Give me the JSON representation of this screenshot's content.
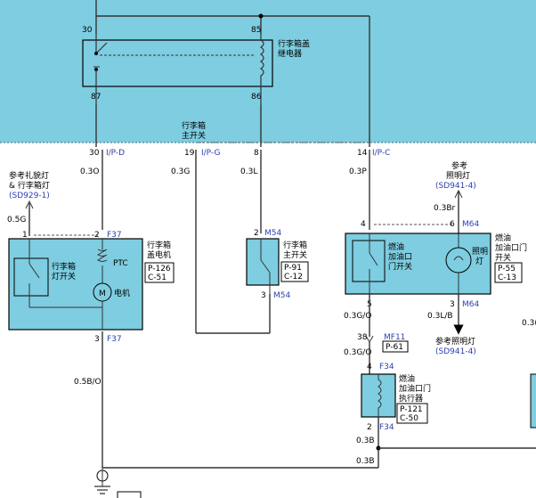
{
  "colors": {
    "panel": "#7ecde0",
    "panel_stroke": "#000000",
    "blue": "#2b3fb0",
    "wire": "#333333",
    "dash": "#555555"
  },
  "relay": {
    "pins": {
      "p30": "30",
      "p85": "85",
      "p87": "87",
      "p86": "86"
    },
    "label1": "行李箱盖",
    "label2": "继电器"
  },
  "main_switch": {
    "label1": "行李箱",
    "label2": "主开关"
  },
  "top_pins": {
    "a_num": "30",
    "a_conn": "I/P-D",
    "b_num": "19",
    "b_conn": "I/P-G",
    "c_num": "8",
    "d_num": "14",
    "d_conn": "I/P-C"
  },
  "wires": {
    "w03O": "0.3O",
    "w03G": "0.3G",
    "w03L": "0.3L",
    "w03P": "0.3P",
    "w05G": "0.5G",
    "w05BO": "0.5B/O",
    "w03Br": "0.3Br",
    "w03GO_1": "0.3G/O",
    "w03GO_2": "0.3G/O",
    "w03LB": "0.3L/B",
    "w03B_1": "0.3B",
    "w03B_2": "0.3B",
    "w03_edge": "0.3("
  },
  "left_ref": {
    "line1": "参考礼貌灯",
    "line2": "& 行李箱灯",
    "code": "(SD929-1)"
  },
  "right_ref_top": {
    "line1": "参考",
    "line2": "照明灯",
    "code": "(SD941-4)"
  },
  "right_ref_bottom": {
    "line1": "参考照明灯",
    "code": "(SD941-4)"
  },
  "motor": {
    "pin1": "1",
    "pin2": "2",
    "pin3": "3",
    "conn_top": "F37",
    "conn_bot": "F37",
    "switch_label1": "行李箱",
    "switch_label2": "灯开关",
    "ptc": "PTC",
    "m": "M",
    "motor_text": "电机",
    "title1": "行李箱",
    "title2": "盖电机",
    "code1": "P-126",
    "code2": "C-51"
  },
  "m54": {
    "pin2": "2",
    "pin3": "3",
    "conn": "M54",
    "conn_bot": "M54",
    "title1": "行李箱",
    "title2": "主开关",
    "code1": "P-91",
    "code2": "C-12"
  },
  "fuel_switch": {
    "pin4": "4",
    "pin6": "6",
    "pin5": "5",
    "pin3": "3",
    "conn_top": "M64",
    "conn_bot": "M64",
    "inner1": "燃油",
    "inner2": "加油口",
    "inner3": "门开关",
    "lamp1": "照明",
    "lamp2": "灯",
    "title1": "燃油",
    "title2": "加油口门",
    "title3": "开关",
    "code1": "P-55",
    "code2": "C-13"
  },
  "mf11": {
    "pin": "38",
    "conn": "MF11",
    "code": "P-61"
  },
  "actuator": {
    "pin4": "4",
    "pin2": "2",
    "conn_top": "F34",
    "conn_bot": "F34",
    "title1": "燃油",
    "title2": "加油口门",
    "title3": "执行器",
    "code1": "P-121",
    "code2": "C-50"
  }
}
